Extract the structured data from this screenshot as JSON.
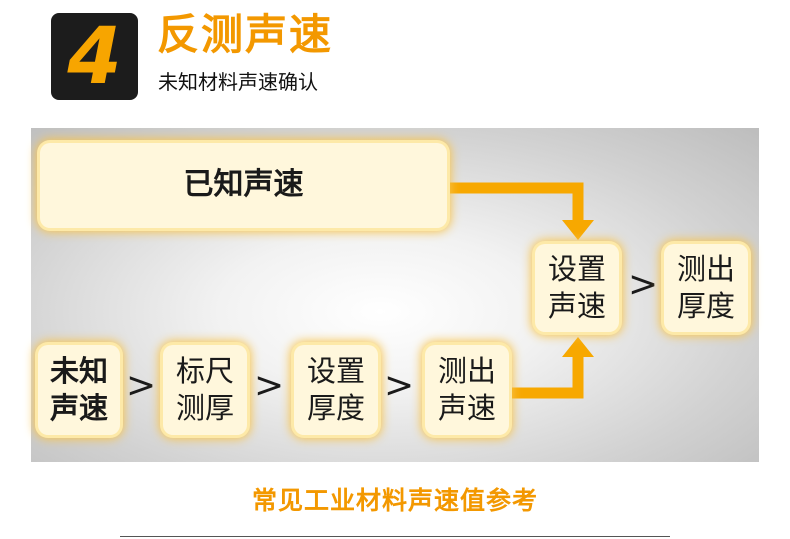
{
  "header": {
    "step_number": "4",
    "title": "反测声速",
    "subtitle": "未知材料声速确认"
  },
  "flow": {
    "known_speed": "已知声速",
    "unknown_speed": "未知\n声速",
    "calibrate_zero": "标尺\n测厚",
    "set_thickness": "设置\n厚度",
    "measure_speed": "测出\n声速",
    "set_speed": "设置\n声速",
    "measure_thickness": "测出\n厚度",
    "separator": ">"
  },
  "footer": {
    "reference_title": "常见工业材料声速值参考"
  },
  "colors": {
    "accent": "#f39800",
    "arrow": "#f7a800",
    "badge_bg": "#1c1c1c",
    "box_fill": "#fff7dc",
    "box_glow": "#f7c44e"
  }
}
